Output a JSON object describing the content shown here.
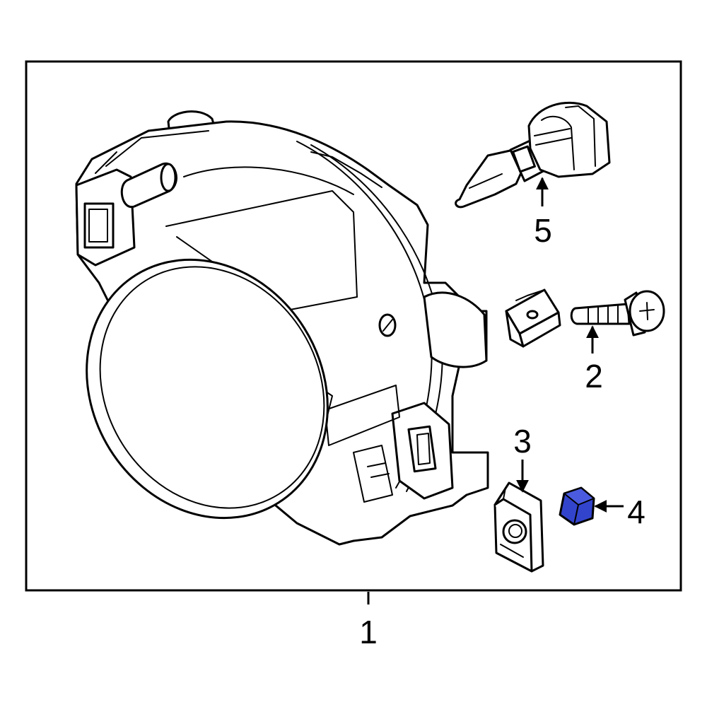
{
  "callouts": {
    "housing": "1",
    "bolt": "2",
    "clip": "3",
    "nut": "4",
    "bulb": "5"
  },
  "colors": {
    "highlight_part": "#3344cc",
    "line": "#000000",
    "background": "#ffffff"
  },
  "highlighted_part": "4"
}
